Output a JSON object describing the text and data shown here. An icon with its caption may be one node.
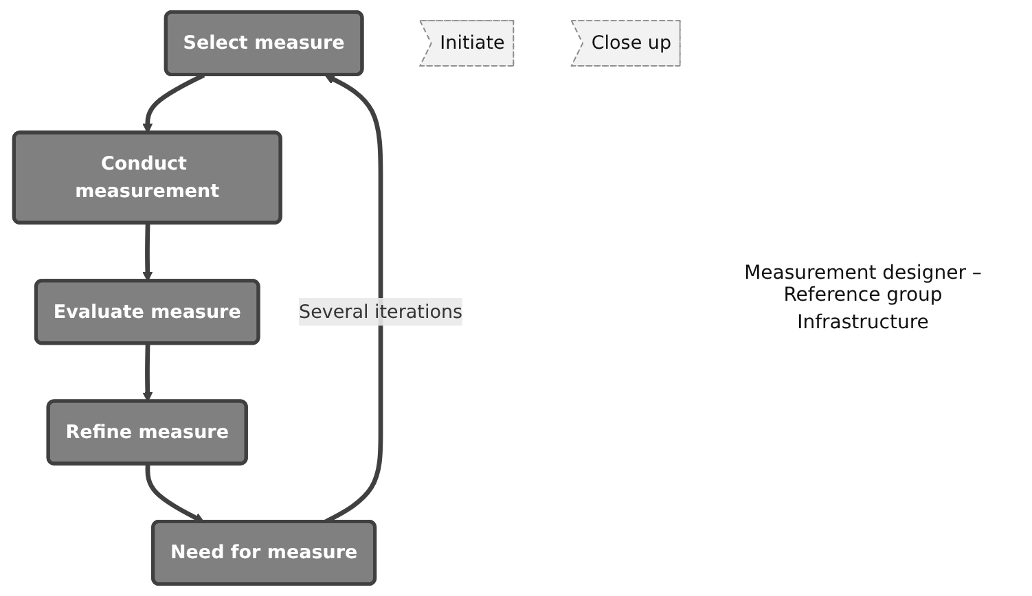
{
  "diagram": {
    "nodes": [
      {
        "text": [
          "Select measure"
        ]
      },
      {
        "text": [
          "Need for measure"
        ]
      },
      {
        "text": [
          "Conduct measurement"
        ]
      },
      {
        "text": [
          "Initiate"
        ]
      },
      {
        "text": [
          "Close up"
        ]
      },
      {
        "text": [
          "Refine measure"
        ]
      },
      {
        "text": [
          "Evaluate measure"
        ]
      }
    ],
    "edges": [
      {
        "from": 1,
        "to": 0,
        "arrow": "to",
        "label": "Several iterations"
      },
      {
        "from": 0,
        "to": 2,
        "arrow": "to"
      },
      {
        "from": 2,
        "to": 6,
        "arrow": "to"
      },
      {
        "from": 6,
        "to": 5,
        "arrow": "to"
      },
      {
        "from": 5,
        "to": 1,
        "arrow": "to"
      }
    ],
    "labels": [
      "Measurement designer – Reference group",
      "Infrastructure"
    ]
  }
}
